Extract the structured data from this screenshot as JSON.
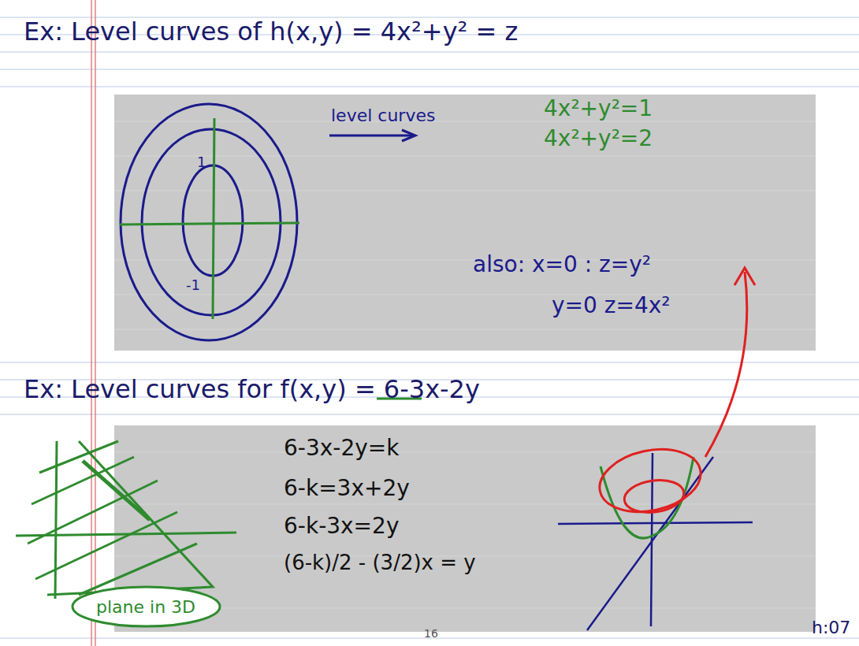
{
  "diagram": {
    "nodes": [
      {
        "text": [
          "plane in 3D"
        ]
      }
    ],
    "labels": [
      "Ex: Level curves of h(x,y) = 4x²+y² = z",
      "level curves",
      "4x²+y²=1",
      "4x²+y²=2",
      "also: x=0 : z=y²",
      "y=0  z=4x²",
      "1",
      "-1",
      "Ex: Level curves for f(x,y) = 6-3x-2y",
      "6-3x-2y=k",
      "6-k=3x+2y",
      "6-k-3x=2y",
      "(6-k)/2 - (3/2)x = y",
      "16",
      "h:07"
    ]
  }
}
